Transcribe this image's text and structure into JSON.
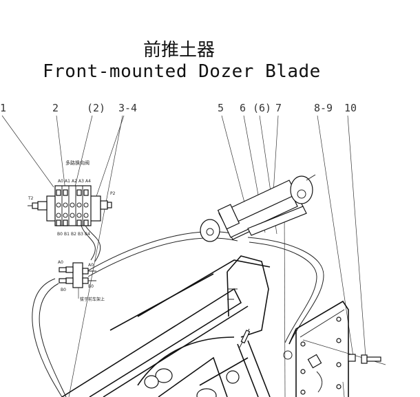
{
  "title": {
    "chinese": "前推土器",
    "english": "Front-mounted Dozer Blade"
  },
  "callouts": [
    "1",
    "2",
    "(2)",
    "3-4",
    "5",
    "6",
    "(6)",
    "7",
    "8-9",
    "10"
  ],
  "valve": {
    "label": "多路换向阀",
    "port_t": "T2",
    "port_p": "P2",
    "top_ports": [
      "A0",
      "A1",
      "A2",
      "A3",
      "A4"
    ],
    "bottom_ports": [
      "B0",
      "B1",
      "B2",
      "B3",
      "B4"
    ]
  },
  "coupler": {
    "left_a": "A0",
    "left_b": "B0",
    "right_a": "A0",
    "right_b": "B0",
    "note": "拔于前车架上"
  }
}
